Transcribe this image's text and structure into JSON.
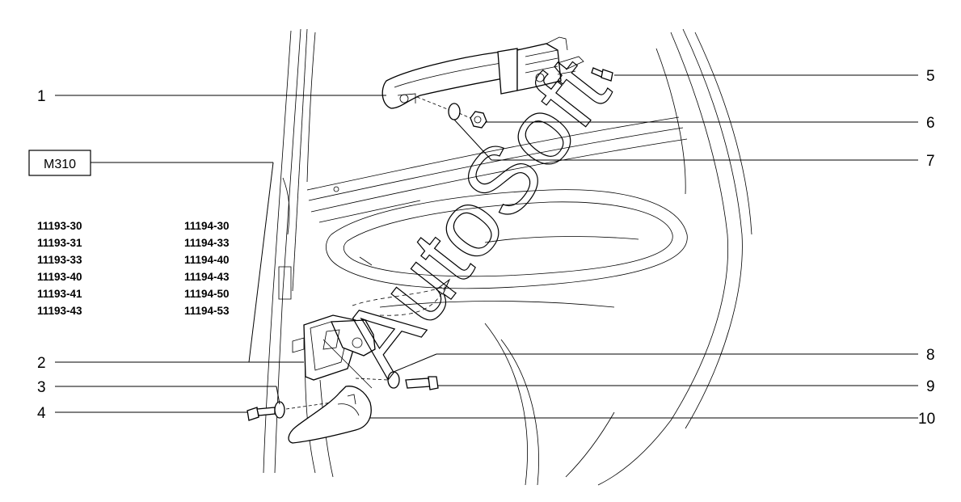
{
  "diagram": {
    "reference_code": "M310",
    "callouts": [
      "1",
      "2",
      "3",
      "4",
      "5",
      "6",
      "7",
      "8",
      "9",
      "10"
    ],
    "models_column_1": [
      "11193-30",
      "11193-31",
      "11193-33",
      "11193-40",
      "11193-41",
      "11193-43"
    ],
    "models_column_2": [
      "11194-30",
      "11194-33",
      "11194-40",
      "11194-43",
      "11194-50",
      "11194-53"
    ],
    "watermark": "AutoSoft"
  }
}
